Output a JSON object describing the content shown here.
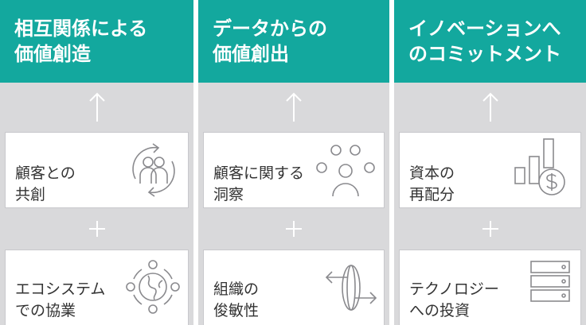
{
  "columns": [
    {
      "header": "相互関係による\n価値創造",
      "arrow_icon": "up-arrow-icon",
      "card1": {
        "label": "顧客との\n共創",
        "icon": "co-creation-people-icon"
      },
      "plus_icon": "plus-icon",
      "card2": {
        "label": "エコシステム\nでの協業",
        "icon": "ecosystem-globe-icon"
      }
    },
    {
      "header": "データからの\n価値創出",
      "arrow_icon": "up-arrow-icon",
      "card1": {
        "label": "顧客に関する\n洞察",
        "icon": "customer-insight-nodes-icon"
      },
      "plus_icon": "plus-icon",
      "card2": {
        "label": "組織の\n俊敏性",
        "icon": "agility-rotation-icon"
      }
    },
    {
      "header": "イノベーションへ\nのコミットメント",
      "arrow_icon": "up-arrow-icon",
      "card1": {
        "label": "資本の\n再配分",
        "icon": "capital-bars-coin-icon"
      },
      "plus_icon": "plus-icon",
      "card2": {
        "label": "テクノロジー\nへの投資",
        "icon": "technology-server-icon"
      }
    }
  ],
  "colors": {
    "header_bg": "#13a89e",
    "panel_bg": "#d9d9db",
    "card_bg": "#ffffff",
    "icon_stroke": "#8a8a8e",
    "connector_white": "#ffffff"
  }
}
